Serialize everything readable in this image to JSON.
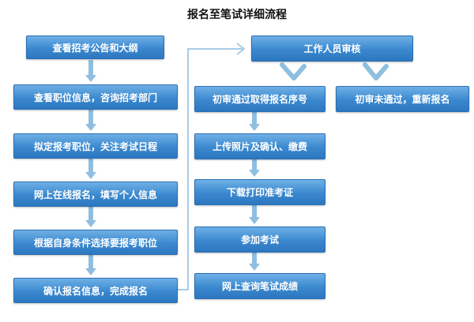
{
  "title": "报名至笔试详细流程",
  "colors": {
    "box_top": "#6fb0e6",
    "box_bottom": "#2d78c0",
    "arrow": "#8fbfe0",
    "connector": "#a9cbe6"
  },
  "left_steps": [
    "查看招考公告和大纲",
    "查看职位信息，咨询招考部门",
    "拟定报考职位，关注考试日程",
    "网上在线报名，填写个人信息",
    "根据自身条件选择要报考职位",
    "确认报名信息，完成报名"
  ],
  "review": "工作人员审核",
  "pass_steps": [
    "初审通过取得报名序号",
    "上传照片及确认、缴费",
    "下载打印准考证",
    "参加考试",
    "网上查询笔试成绩"
  ],
  "fail": "初审未通过，重新报名"
}
